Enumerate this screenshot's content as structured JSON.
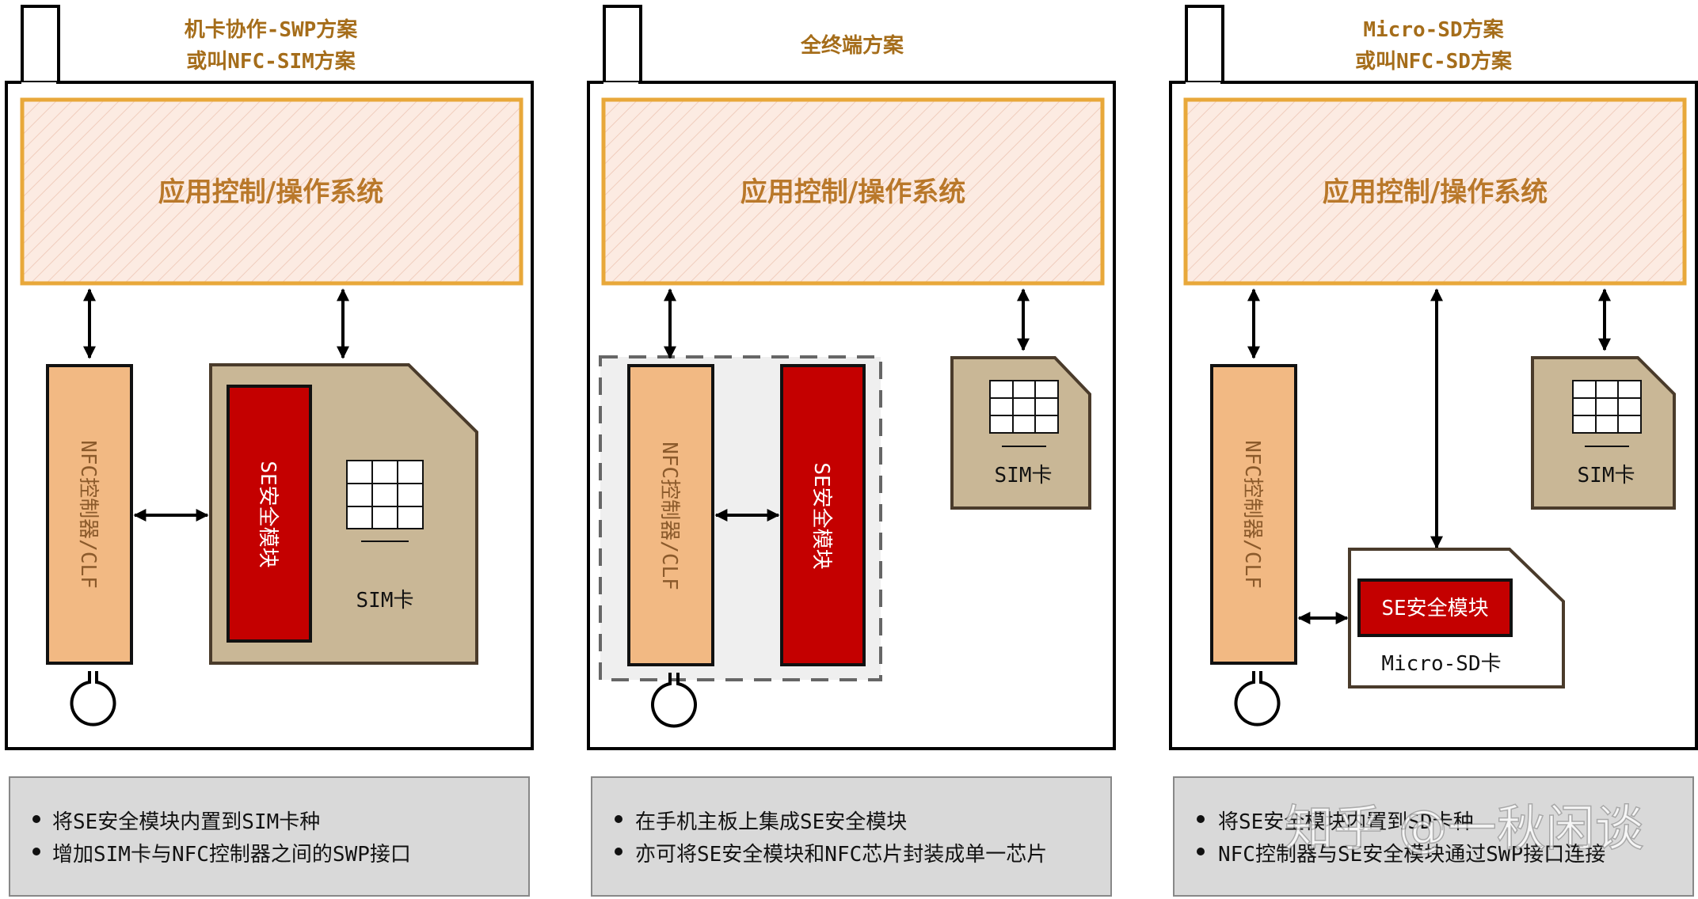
{
  "panels": [
    {
      "title": [
        "机卡协作-SWP方案",
        "或叫NFC-SIM方案"
      ],
      "os_label": "应用控制/操作系统",
      "nfc_label": "NFC控制器/CLF",
      "se_label": "SE安全模块",
      "sim_label": "SIM卡",
      "notes": [
        "将SE安全模块内置到SIM卡种",
        "增加SIM卡与NFC控制器之间的SWP接口"
      ]
    },
    {
      "title": [
        "全终端方案"
      ],
      "os_label": "应用控制/操作系统",
      "nfc_label": "NFC控制器/CLF",
      "se_label": "SE安全模块",
      "sim_label": "SIM卡",
      "notes": [
        "在手机主板上集成SE安全模块",
        "亦可将SE安全模块和NFC芯片封装成单一芯片"
      ]
    },
    {
      "title": [
        "Micro-SD方案",
        "或叫NFC-SD方案"
      ],
      "os_label": "应用控制/操作系统",
      "nfc_label": "NFC控制器/CLF",
      "se_label": "SE安全模块",
      "sim_label": "SIM卡",
      "sd_label": "Micro-SD卡",
      "notes": [
        "将SE安全模块内置到SD卡种",
        "NFC控制器与SE安全模块通过SWP接口连接"
      ]
    }
  ],
  "watermark": "知乎 @一秋闲谈",
  "colors": {
    "title": "#a56d1a",
    "os_border": "#e8a83a",
    "os_fill": "#fbe9df",
    "nfc_fill": "#f2b983",
    "se_fill": "#c40000",
    "sim_fill": "#c9b796",
    "note_fill": "#d9d9d9"
  }
}
